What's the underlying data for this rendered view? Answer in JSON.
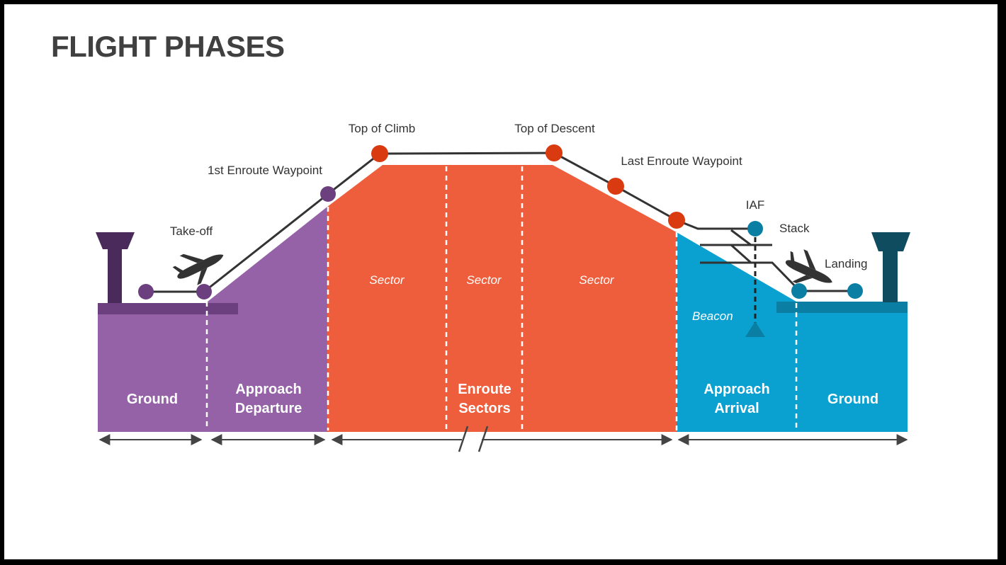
{
  "title": "FLIGHT PHASES",
  "colors": {
    "ground_departure": "#9562a8",
    "ground_departure_dark": "#6c3f7e",
    "tower_departure": "#4a2a5a",
    "enroute": "#ef5e3c",
    "enroute_point": "#d93a10",
    "arrival": "#0aa0cf",
    "arrival_dark": "#0a7ea3",
    "tower_arrival": "#0f4c5f",
    "iaf_point": "#0a7ea3",
    "path": "#333333",
    "divider": "#ffffff"
  },
  "icons": {
    "departure_tower": "control-tower-icon",
    "arrival_tower": "control-tower-icon",
    "takeoff_plane": "airplane-takeoff-icon",
    "landing_plane": "airplane-landing-icon",
    "beacon": "beacon-triangle-icon"
  },
  "labels": {
    "takeoff": "Take-off",
    "first_waypoint": "1st Enroute Waypoint",
    "top_of_climb": "Top of Climb",
    "top_of_descent": "Top of Descent",
    "last_waypoint": "Last Enroute Waypoint",
    "iaf": "IAF",
    "stack": "Stack",
    "landing": "Landing",
    "beacon": "Beacon"
  },
  "sectors": [
    "Sector",
    "Sector",
    "Sector"
  ],
  "segments": {
    "ground_departure": "Ground",
    "approach_departure": [
      "Approach",
      "Departure"
    ],
    "enroute": [
      "Enroute",
      "Sectors"
    ],
    "approach_arrival": [
      "Approach",
      "Arrival"
    ],
    "ground_arrival": "Ground"
  }
}
